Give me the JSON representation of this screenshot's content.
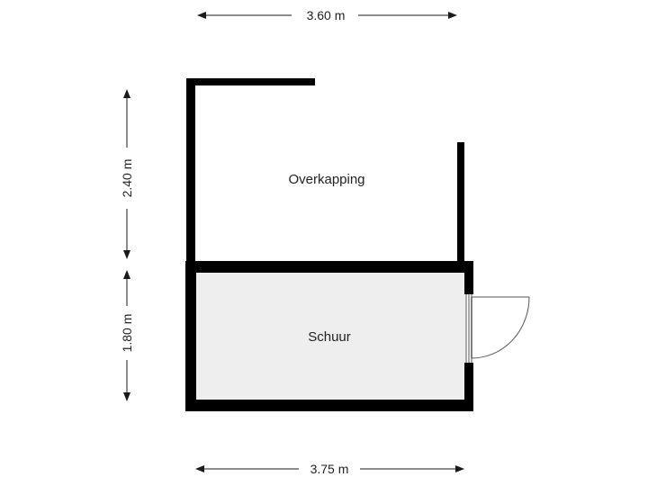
{
  "rooms": {
    "overkapping": {
      "label": "Overkapping"
    },
    "schuur": {
      "label": "Schuur",
      "fill": "#eeeeee"
    }
  },
  "dimensions": {
    "top_width": "3.60 m",
    "bottom_width": "3.75 m",
    "left_upper_height": "2.40 m",
    "left_lower_height": "1.80 m"
  },
  "colors": {
    "wall": "#000000",
    "dimension_line": "#1a1a1a",
    "text": "#222222",
    "door": "#555555"
  }
}
